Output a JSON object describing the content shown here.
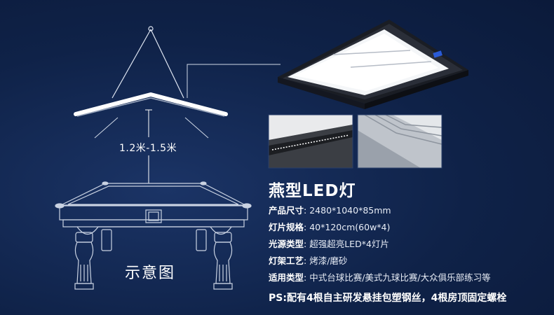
{
  "diagram": {
    "height_label": "1.2米-1.5米",
    "schematic_label": "示意图"
  },
  "product": {
    "title": "燕型LED灯",
    "specs": [
      {
        "key": "产品尺寸",
        "sep": ":",
        "value": "2480*1040*85mm"
      },
      {
        "key": "灯片规格",
        "sep": ":",
        "value": "40*120cm(60w*4)"
      },
      {
        "key": "光源类型",
        "sep": ":",
        "value": "超强超亮LED*4灯片"
      },
      {
        "key": "灯架工艺",
        "sep": ":",
        "value": "烤漆/磨砂"
      },
      {
        "key": "适用类型",
        "sep": ":",
        "value": "中式台球比赛/美式九球比赛/大众俱乐部练习等"
      }
    ],
    "ps_note": "PS:配有4根自主研发悬挂包塑钢丝，4根房顶固定螺栓"
  },
  "colors": {
    "background": "#0f2248",
    "lamp_frame": "#1a1d24",
    "lamp_panel": "#f4f6f8",
    "accent_blue": "#2a5bd7"
  }
}
